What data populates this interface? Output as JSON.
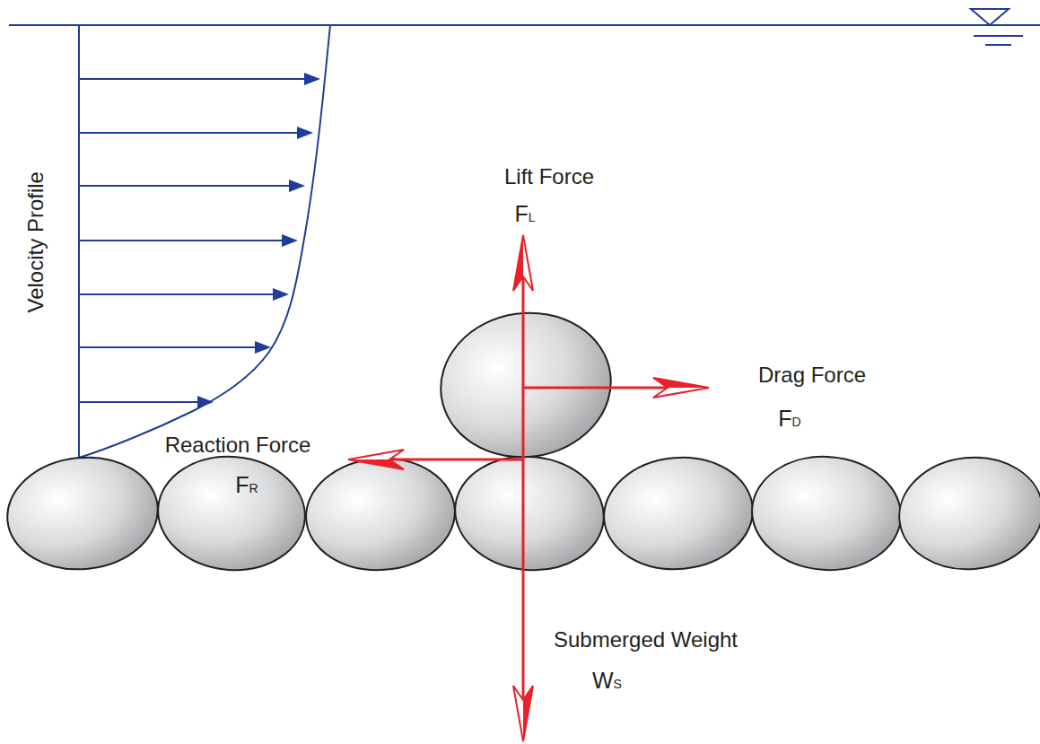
{
  "diagram": {
    "labels": [
      "Velocity Profile",
      "Lift Force",
      "FL",
      "Drag Force",
      "FD",
      "Reaction Force",
      "FR",
      "Submerged Weight",
      "WS"
    ]
  }
}
